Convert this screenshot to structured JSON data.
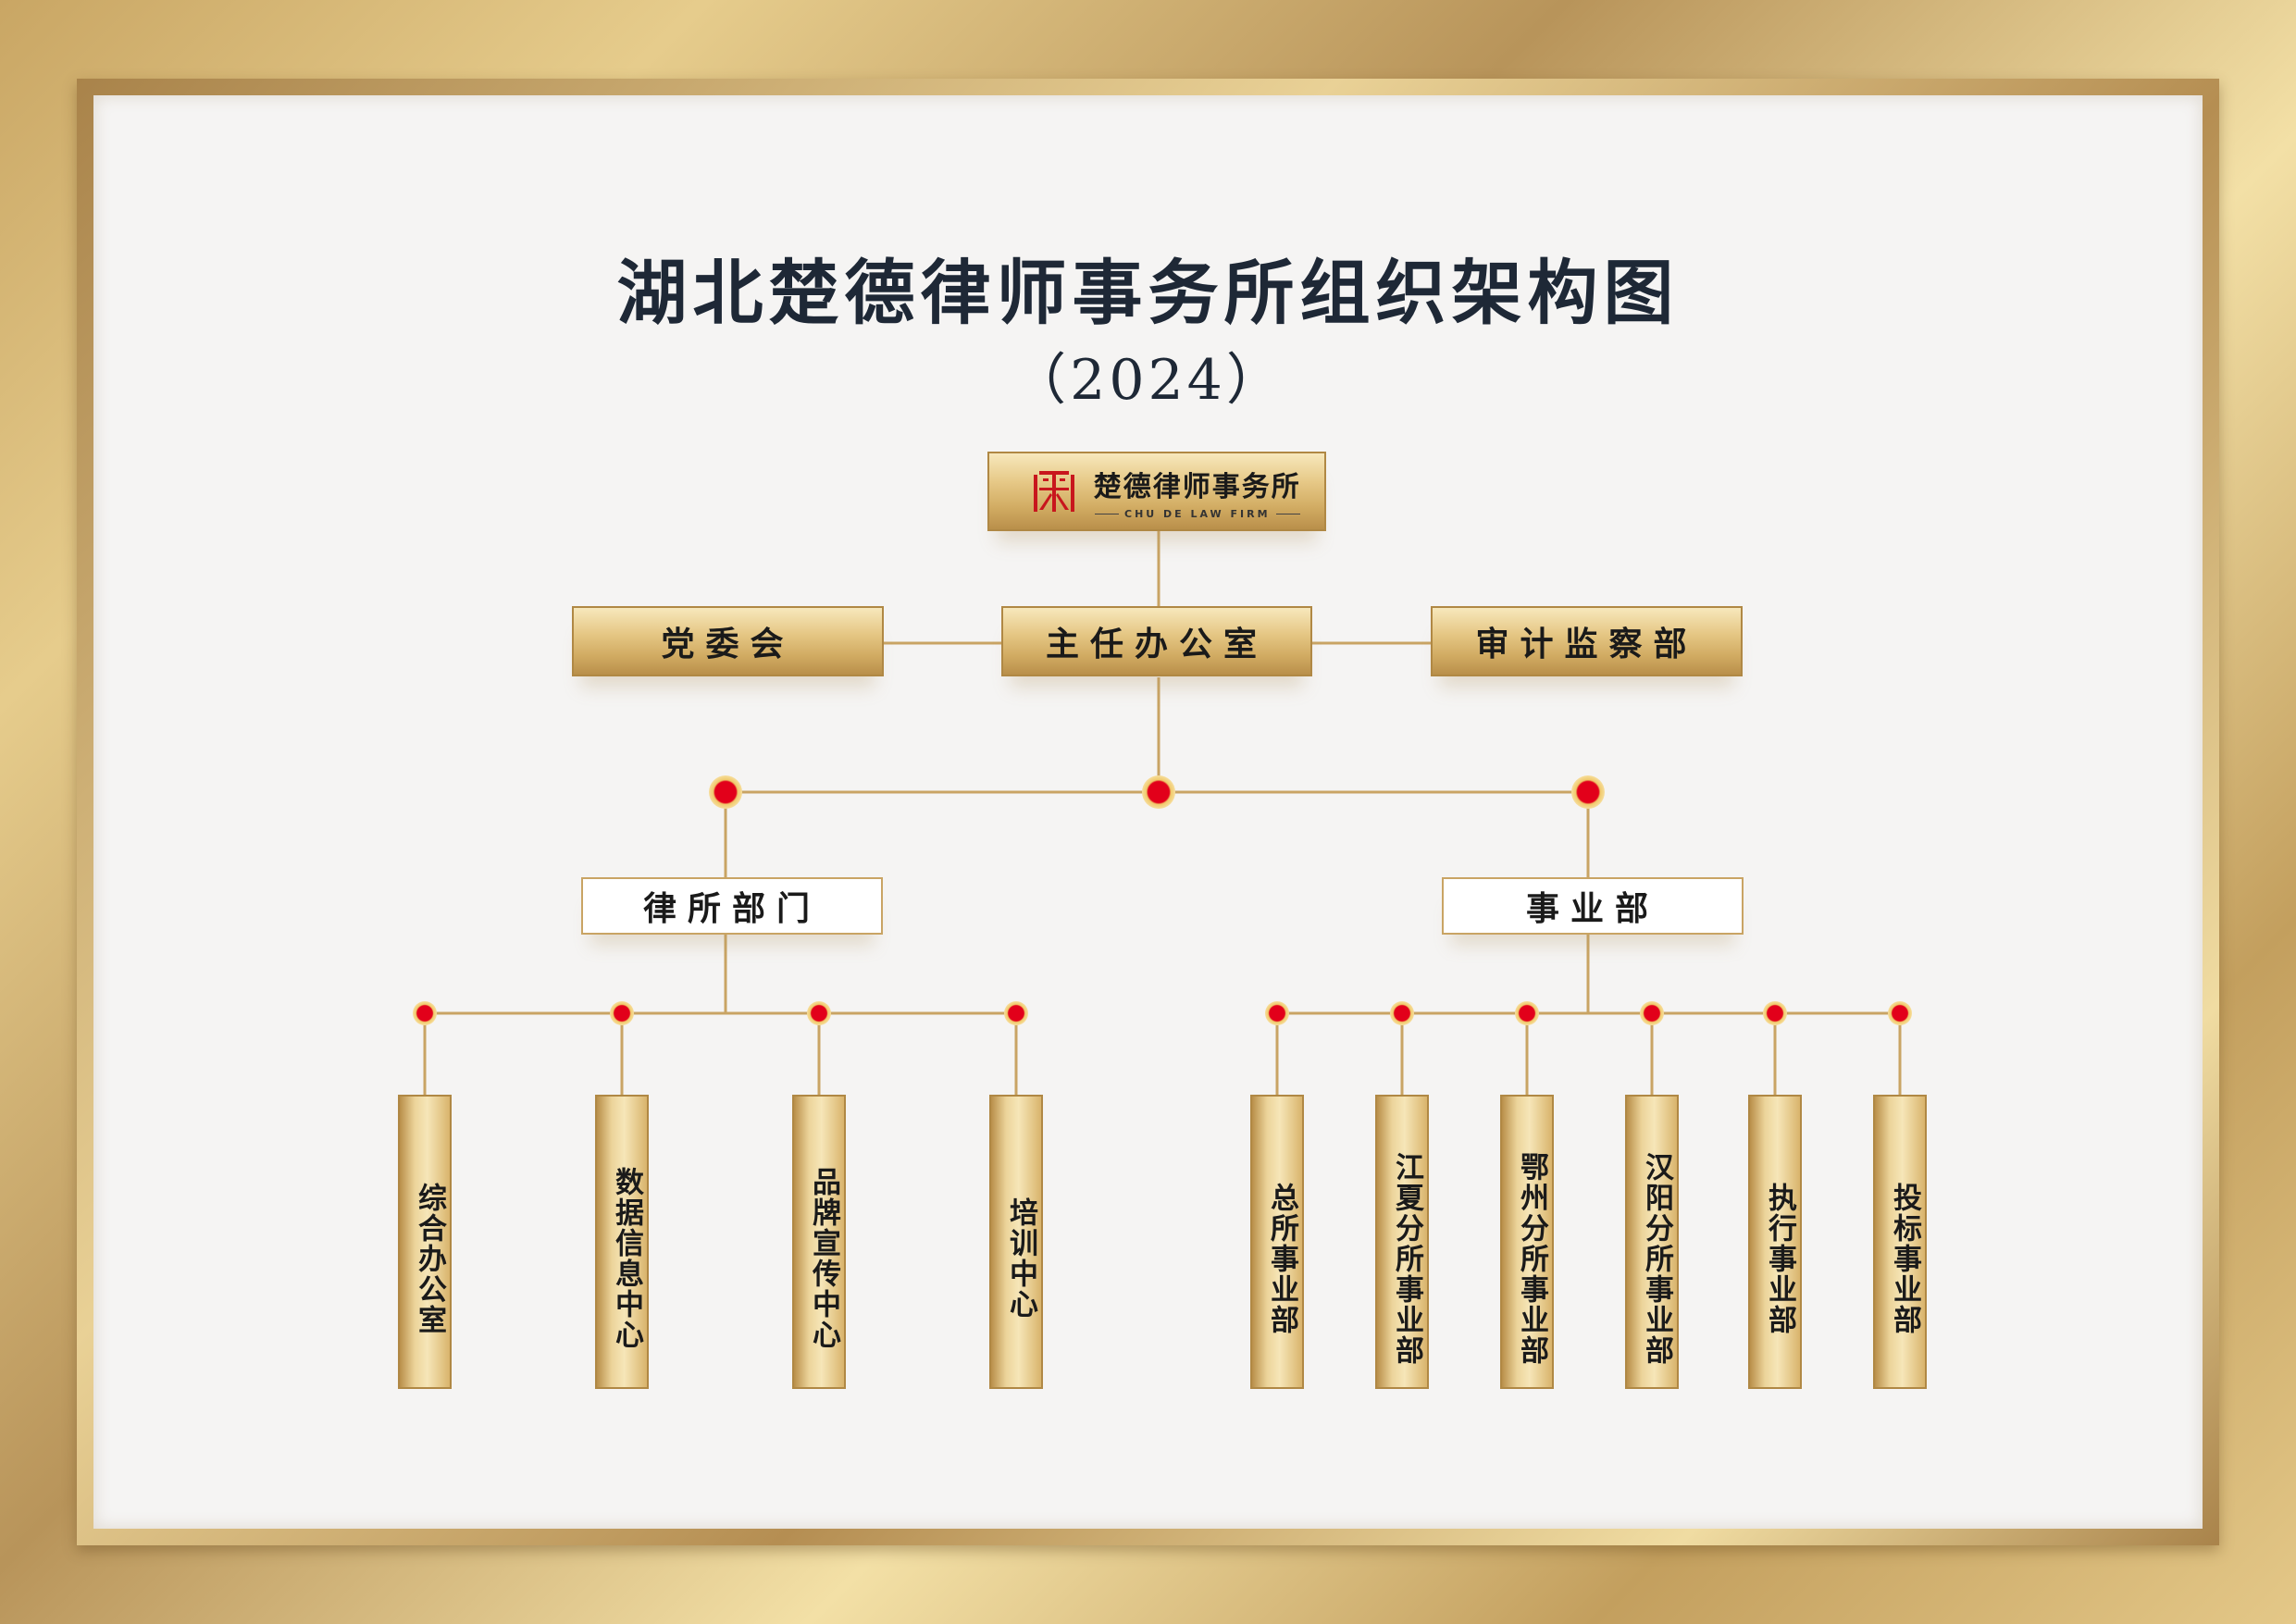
{
  "title": "湖北楚德律师事务所组织架构图",
  "year": "（2024）",
  "logo": {
    "name_cn": "楚德律师事务所",
    "name_en": "CHU DE LAW FIRM",
    "icon": "chu-de-seal-icon"
  },
  "level2": {
    "left": "党委会",
    "center": "主任办公室",
    "right": "审计监察部"
  },
  "branches": {
    "left": {
      "label": "律所部门",
      "children": [
        "综合办公室",
        "数据信息中心",
        "品牌宣传中心",
        "培训中心"
      ]
    },
    "right": {
      "label": "事业部",
      "children": [
        "总所事业部",
        "江夏分所事业部",
        "鄂州分所事业部",
        "汉阳分所事业部",
        "执行事业部",
        "投标事业部"
      ]
    }
  },
  "colors": {
    "gold": "#d1ab62",
    "connector": "#c9a464",
    "node_dot": "#e2001a",
    "title": "#1e2836",
    "panel": "#f5f4f3"
  }
}
